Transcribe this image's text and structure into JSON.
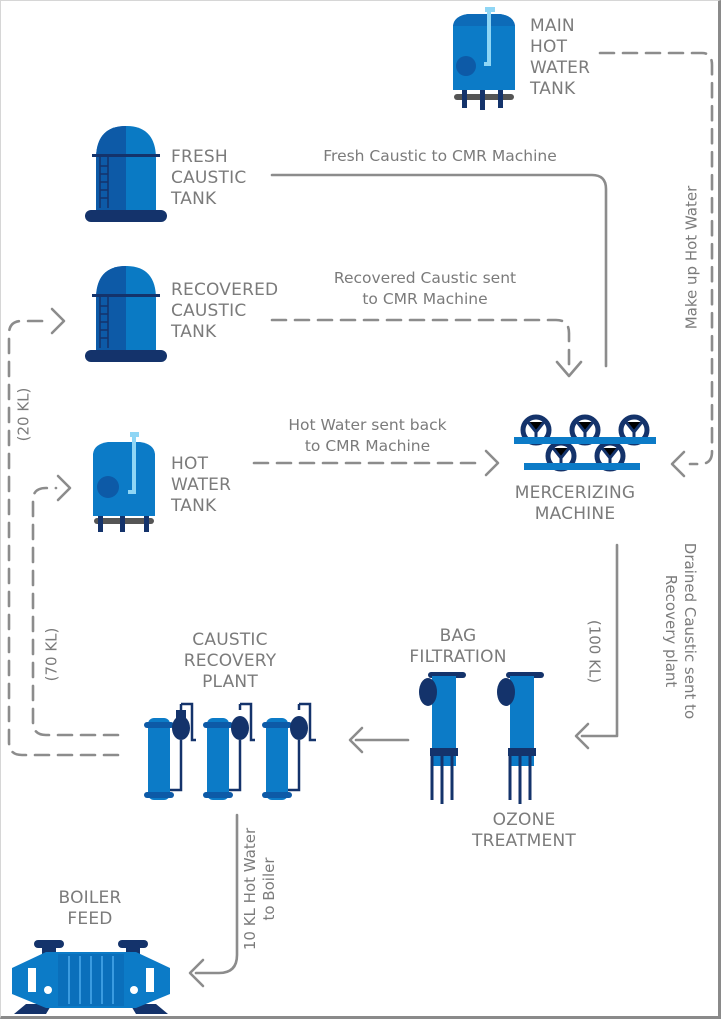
{
  "colors": {
    "tank_blue": "#0c7bc7",
    "tank_dark": "#0d5aa7",
    "navy": "#14336b",
    "pipe_light": "#8fd6f5",
    "line_gray": "#8c8c8c",
    "text_gray": "#7b7b7b"
  },
  "nodes": {
    "main_hot_water_tank": [
      "MAIN",
      "HOT",
      "WATER",
      "TANK"
    ],
    "fresh_caustic_tank": [
      "FRESH",
      "CAUSTIC",
      "TANK"
    ],
    "recovered_caustic_tank": [
      "RECOVERED",
      "CAUSTIC",
      "TANK"
    ],
    "hot_water_tank": [
      "HOT",
      "WATER",
      "TANK"
    ],
    "mercerizing_machine": [
      "MERCERIZING",
      "MACHINE"
    ],
    "caustic_recovery_plant": [
      "CAUSTIC",
      "RECOVERY",
      "PLANT"
    ],
    "bag_filtration": [
      "BAG",
      "FILTRATION"
    ],
    "ozone_treatment": [
      "OZONE",
      "TREATMENT"
    ],
    "boiler_feed": [
      "BOILER",
      "FEED"
    ]
  },
  "flows": {
    "fresh_caustic": "Fresh Caustic to CMR Machine",
    "recovered_caustic": [
      "Recovered Caustic sent",
      "to CMR Machine"
    ],
    "hot_water_back": [
      "Hot Water sent back",
      "to CMR Machine"
    ],
    "make_up_hot_water": "Make up Hot Water",
    "drained_caustic": [
      "Drained Caustic sent to",
      "Recovery plant"
    ],
    "drained_volume": "(100 KL)",
    "recovered_volume": "(20 KL)",
    "hot_water_volume": "(70 KL)",
    "boiler_water": [
      "10 KL Hot Water",
      "to Boiler"
    ]
  }
}
